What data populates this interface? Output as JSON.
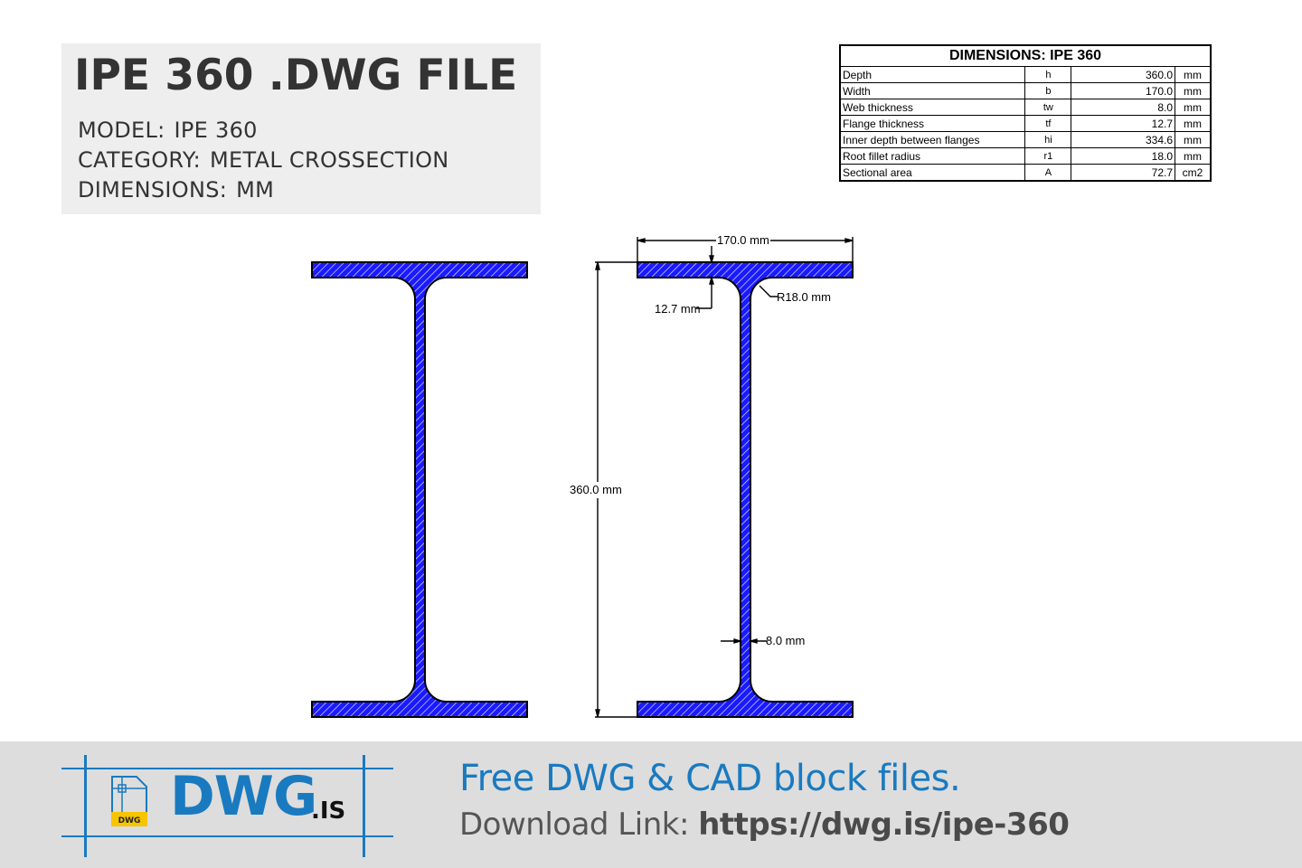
{
  "info": {
    "title": "IPE 360 .DWG FILE",
    "lines": [
      {
        "label": "MODEL:",
        "value": "IPE 360"
      },
      {
        "label": "CATEGORY:",
        "value": "METAL CROSSECTION"
      },
      {
        "label": "DIMENSIONS:",
        "value": "MM"
      }
    ]
  },
  "table": {
    "title": "DIMENSIONS: IPE 360",
    "rows": [
      {
        "name": "Depth",
        "symbol": "h",
        "value": "360.0",
        "unit": "mm"
      },
      {
        "name": "Width",
        "symbol": "b",
        "value": "170.0",
        "unit": "mm"
      },
      {
        "name": "Web thickness",
        "symbol": "tw",
        "value": "8.0",
        "unit": "mm"
      },
      {
        "name": "Flange thickness",
        "symbol": "tf",
        "value": "12.7",
        "unit": "mm"
      },
      {
        "name": "Inner depth between flanges",
        "symbol": "hi",
        "value": "334.6",
        "unit": "mm"
      },
      {
        "name": "Root fillet radius",
        "symbol": "r1",
        "value": "18.0",
        "unit": "mm"
      },
      {
        "name": "Sectional area",
        "symbol": "A",
        "value": "72.7",
        "unit": "cm2"
      }
    ]
  },
  "drawing": {
    "fill_color": "#1a1aff",
    "hatch_color": "#ffffff",
    "outline_color": "#000000",
    "annotations": {
      "width": "170.0 mm",
      "flange_thickness": "12.7 mm",
      "root_radius": "R18.0 mm",
      "depth": "360.0 mm",
      "web_thickness": "8.0 mm"
    }
  },
  "footer": {
    "logo_badge": "DWG",
    "logo_main": "DWG",
    "logo_suffix": ".IS",
    "tagline": "Free DWG & CAD block files.",
    "download_label": "Download Link:",
    "download_url": "https://dwg.is/ipe-360",
    "brand_color": "#1a7ac0",
    "badge_color": "#f7c400"
  }
}
